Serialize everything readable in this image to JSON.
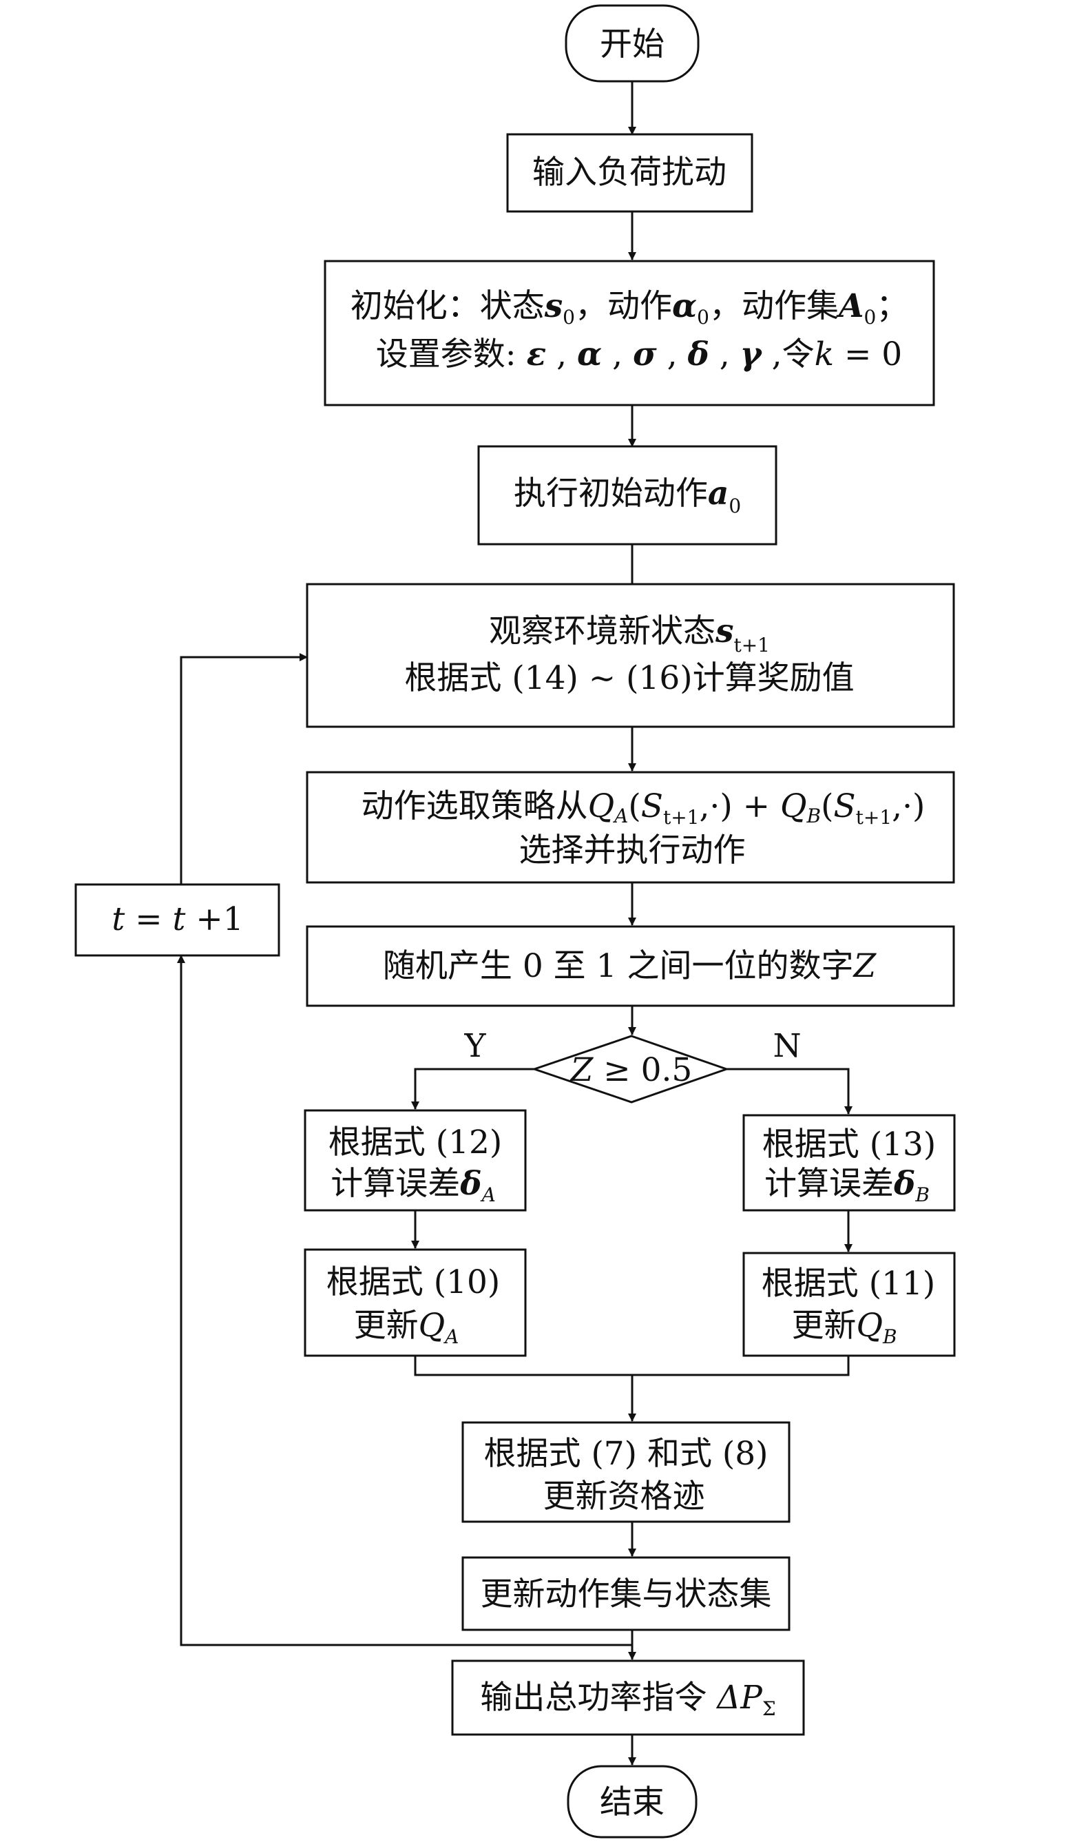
{
  "nodes": {
    "start": "开始",
    "input": "输入负荷扰动",
    "init_line1": {
      "a": "初始化：状态",
      "s": "s",
      "s_sub": "0",
      "b": "，动作",
      "alpha": "α",
      "alpha_sub": "0",
      "c": "，动作集",
      "A": "A",
      "A_sub": "0",
      "d": "；"
    },
    "init_line2": {
      "a": "设置参数: ",
      "eps": "ε",
      "sep1": " , ",
      "alpha": "α",
      "sep2": " , ",
      "sigma": "σ",
      "sep3": " , ",
      "delta": "δ",
      "sep4": " , ",
      "gamma": "γ",
      "b": " ,令",
      "k": "k",
      "c": " = 0"
    },
    "exec_init": {
      "a": "执行初始动作",
      "a_sym": "a",
      "a_sub": "0"
    },
    "observe_line1": {
      "a": "观察环境新状态",
      "s": "s",
      "s_sub": "t+1"
    },
    "observe_line2": "根据式 (14) ~ (16)计算奖励值",
    "select_line1": {
      "a": "动作选取策略从",
      "q1": "Q",
      "q1_sub": "A",
      "q1_args_a": "(",
      "q1_S": "S",
      "q1_S_sub": "t+1",
      "q1_args_b": ",·) + ",
      "q2": "Q",
      "q2_sub": "B",
      "q2_args_a": "(",
      "q2_S": "S",
      "q2_S_sub": "t+1",
      "q2_args_b": ",·)"
    },
    "select_line2": "选择并执行动作",
    "random": {
      "a": "随机产生 0 至 1 之间一位的数字",
      "z": "Z"
    },
    "decision": {
      "z": "Z",
      "rest": " ≥ 0.5"
    },
    "yes_label": "Y",
    "no_label": "N",
    "err_a_line1": "根据式 (12)",
    "err_a_line2": {
      "a": "计算误差",
      "d": "δ",
      "d_sub": "A"
    },
    "err_b_line1": "根据式 (13)",
    "err_b_line2": {
      "a": "计算误差",
      "d": "δ",
      "d_sub": "B"
    },
    "upd_a_line1": "根据式 (10)",
    "upd_a_line2": {
      "a": "更新",
      "q": "Q",
      "q_sub": "A"
    },
    "upd_b_line1": "根据式 (11)",
    "upd_b_line2": {
      "a": "更新",
      "q": "Q",
      "q_sub": "B"
    },
    "trace_line1": "根据式 (7) 和式 (8)",
    "trace_line2": "更新资格迹",
    "update_sets": "更新动作集与状态集",
    "output": {
      "a": "输出总功率指令 ",
      "dp": "ΔP",
      "dp_sub": "Σ"
    },
    "loop": {
      "t1": "t",
      "eq": " = ",
      "t2": "t",
      "plus": " +1"
    },
    "end": "结束"
  }
}
